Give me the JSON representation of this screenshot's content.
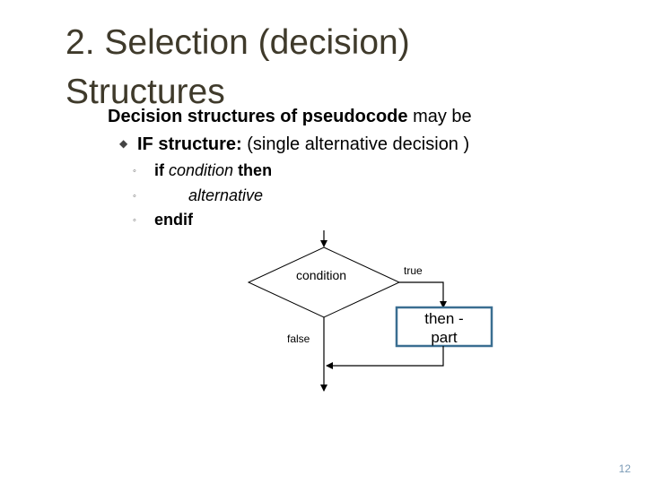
{
  "slide": {
    "title_line1": "2. Selection (decision)",
    "title_line2": "Structures",
    "intro_bold": "Decision structures of pseudocode",
    "intro_rest": " may be",
    "if_bold": "IF structure:",
    "if_rest": "  (single alternative decision )",
    "sub1_if": "if ",
    "sub1_cond": "condition",
    "sub1_then": " then",
    "sub2_alt": "alternative",
    "sub3_endif": "endif",
    "page_number": "12"
  },
  "flowchart": {
    "condition_label": "condition",
    "true_label": "true",
    "false_label": "false",
    "process_line1": "then -",
    "process_line2": "part",
    "process_border_color": "#3a6e91"
  }
}
